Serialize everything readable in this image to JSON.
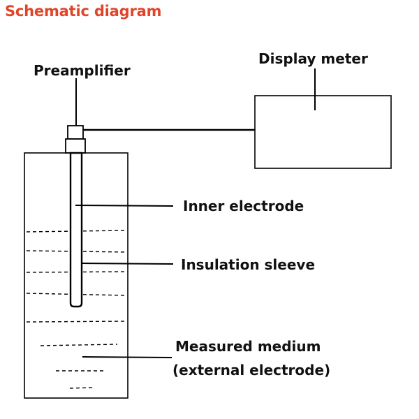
{
  "title": "Schematic diagram",
  "colors": {
    "title": "#e0452a",
    "stroke": "#000000",
    "text": "#111111"
  },
  "labels": {
    "preamplifier": "Preamplifier",
    "display_meter": "Display meter",
    "inner_electrode": "Inner electrode",
    "insulation_sleeve": "Insulation sleeve",
    "measured_medium_line1": "Measured medium",
    "measured_medium_line2": "(external electrode)"
  }
}
